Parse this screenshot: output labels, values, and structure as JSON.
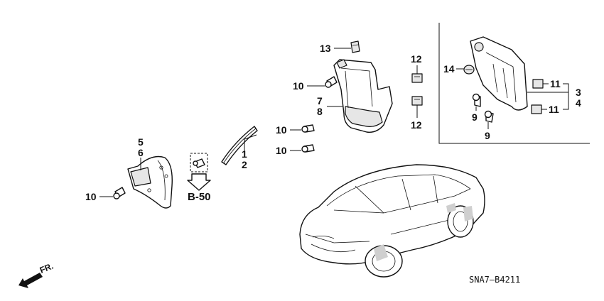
{
  "callouts": {
    "c1": "1",
    "c2": "2",
    "c3": "3",
    "c4": "4",
    "c5": "5",
    "c6": "6",
    "c7": "7",
    "c8": "8",
    "c9a": "9",
    "c9b": "9",
    "c10a": "10",
    "c10b": "10",
    "c10c": "10",
    "c10d": "10",
    "c11a": "11",
    "c11b": "11",
    "c12a": "12",
    "c12b": "12",
    "c13": "13",
    "c14": "14"
  },
  "reference_label": "B-50",
  "direction_label": "FR.",
  "diagram_code": "SNA7—B4211"
}
